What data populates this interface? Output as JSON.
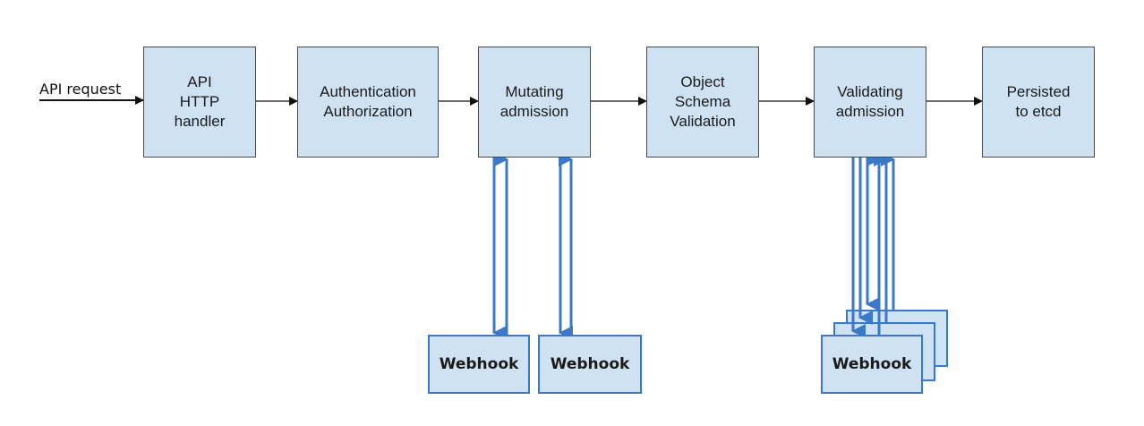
{
  "input_label": "API request",
  "stages": [
    {
      "id": "api-http-handler",
      "label": "API\nHTTP\nhandler"
    },
    {
      "id": "authentication-authorization",
      "label": "Authentication\nAuthorization"
    },
    {
      "id": "mutating-admission",
      "label": "Mutating\nadmission"
    },
    {
      "id": "object-schema-validation",
      "label": "Object\nSchema\nValidation"
    },
    {
      "id": "validating-admission",
      "label": "Validating\nadmission"
    },
    {
      "id": "persisted-to-etcd",
      "label": "Persisted\nto etcd"
    }
  ],
  "webhooks": {
    "mutating_1": "Webhook",
    "mutating_2": "Webhook",
    "validating": "Webhook"
  },
  "colors": {
    "box_fill": "#cfe2f3",
    "box_border": "#4a4a4a",
    "webhook_border": "#3b78c7",
    "webhook_arrow": "#3b78c7",
    "flow_arrow": "#111111"
  }
}
